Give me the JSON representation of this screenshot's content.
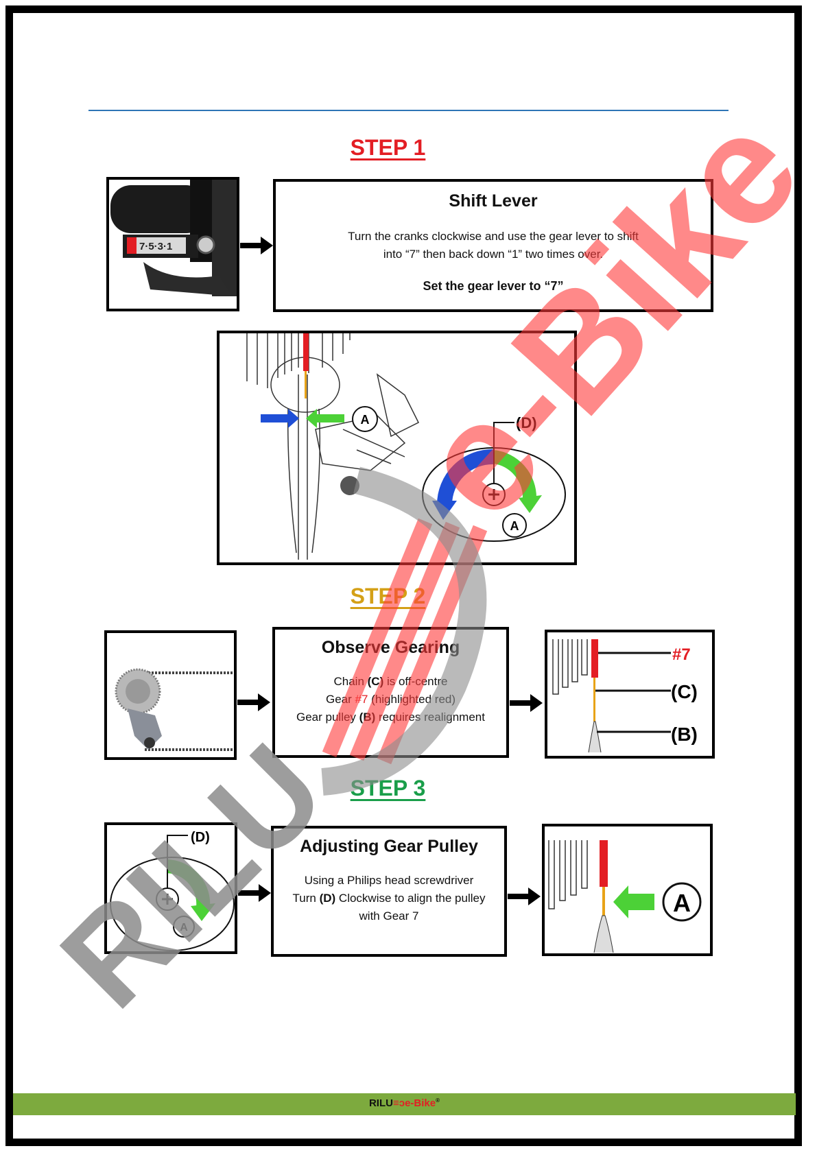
{
  "step1": {
    "title": "STEP 1",
    "title_color": "#e31e24",
    "heading": "Shift Lever",
    "line1": "Turn the cranks clockwise and use the gear lever to shift",
    "line2": "into “7” then back down “1” two times over.",
    "instruction": "Set the gear lever to “7”",
    "lever_display": "7·5·3·1",
    "diagram_label_a": "A",
    "diagram_label_d": "(D)"
  },
  "step2": {
    "title": "STEP 2",
    "title_color": "#d4a017",
    "heading": "Observe Gearing",
    "line1_pre": "Chain ",
    "line1_bold": "(C)",
    "line1_post": " is off-centre",
    "line2_pre": "Gear ",
    "line2_red": "#7",
    "line2_post": " (highlighted red)",
    "line3_pre": "Gear pulley ",
    "line3_bold": "(B)",
    "line3_post": " requires realignment",
    "label_7": "#7",
    "label_c": "(C)",
    "label_b": "(B)"
  },
  "step3": {
    "title": "STEP 3",
    "title_color": "#1a9e4a",
    "heading": "Adjusting Gear Pulley",
    "line1": "Using a Philips head screwdriver",
    "line2_pre": "Turn ",
    "line2_bold": "(D)",
    "line2_post": " Clockwise to align the pulley",
    "line3": "with Gear 7",
    "label_d": "(D)",
    "label_a": "A"
  },
  "footer": {
    "logo_left": "RILU",
    "logo_right": "e-Bike",
    "logo_mark": "®",
    "bar_color": "#7daa3e"
  },
  "watermark": {
    "word1": "RILU",
    "word2": "e-Bike"
  }
}
